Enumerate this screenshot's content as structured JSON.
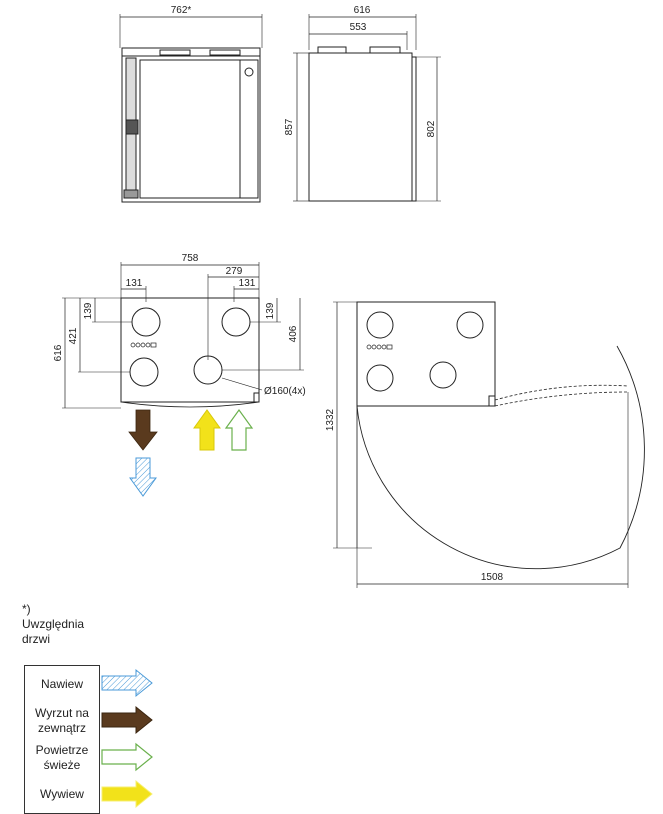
{
  "dimensions": {
    "front_width": "762*",
    "side_total_width": "616",
    "side_inner_width": "553",
    "front_height": "857",
    "side_height": "802",
    "top_width": "758",
    "top_offset_right": "279",
    "top_left_spigot": "131",
    "top_right_spigot": "131",
    "top_depth": "616",
    "top_row_left": "139",
    "top_row_right": "139",
    "top_span_left": "421",
    "top_span_right": "406",
    "spigot_diameter": "Ø160(4x)",
    "clearance_depth": "1332",
    "clearance_width": "1508"
  },
  "note": {
    "mark": "*)",
    "text": "Uwzględnia drzwi"
  },
  "legend": [
    {
      "label": "Nawiew",
      "color": "#4a9ad8",
      "style": "hatched"
    },
    {
      "label": "Wyrzut na zewnątrz",
      "color": "#5a3a1e",
      "style": "solid"
    },
    {
      "label": "Powietrze świeże",
      "color": "#6ab04c",
      "style": "outline"
    },
    {
      "label": "Wywiew",
      "color": "#f2e21a",
      "style": "solid"
    }
  ]
}
